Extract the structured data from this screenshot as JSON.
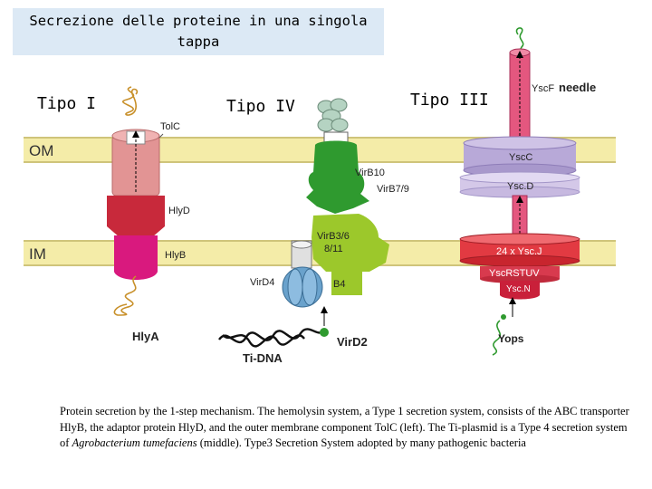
{
  "title": "Secrezione delle proteine in una singola tappa",
  "systems": {
    "type1": "Tipo I",
    "type4": "Tipo IV",
    "type3": "Tipo III"
  },
  "membranes": {
    "outer": "OM",
    "inner": "IM"
  },
  "labels": {
    "tolc": "TolC",
    "hlyd": "HlyD",
    "hlyb": "HlyB",
    "hlya": "HlyA",
    "virb10": "VirB10",
    "virb79": "VirB7/9",
    "virb36_line1": "VirB3/6",
    "virb36_line2": "8/11",
    "virb4": "B4",
    "vird4": "VirD4",
    "vird2": "VirD2",
    "tidna": "Ti-DNA",
    "yscf": "YscF",
    "needle": "needle",
    "yscc": "YscC",
    "yscd": "Ysc.D",
    "yscj": "24 x Ysc.J",
    "yscrstuv": "YscRSTUV",
    "yscn": "Ysc.N",
    "yops": "Yops"
  },
  "caption": {
    "part1": "Protein secretion by the 1-step mechanism. The hemolysin system, a Type 1 secretion system, consists of the ABC transporter HlyB, the adaptor protein HlyD, and the outer membrane component TolC (left). The Ti-plasmid is a Type 4 secretion system of ",
    "species": "Agrobacterium tumefaciens",
    "part2": " (middle). Type3 Secretion System adopted by many pathogenic bacteria"
  },
  "colors": {
    "title_bg": "#dce9f5",
    "membrane": "#f4eca8",
    "membrane_line": "#cfc47a",
    "tolc": "#e29494",
    "hlyd": "#c8293b",
    "hlyb": "#d9197e",
    "virb10": "#2f9a2f",
    "virb36": "#9cc82b",
    "vird4": "#6aa2cc",
    "yscf": "#e4577f",
    "yscc": "#b8a9d8",
    "yscj": "#e23a42",
    "yscn": "#c9203a"
  }
}
